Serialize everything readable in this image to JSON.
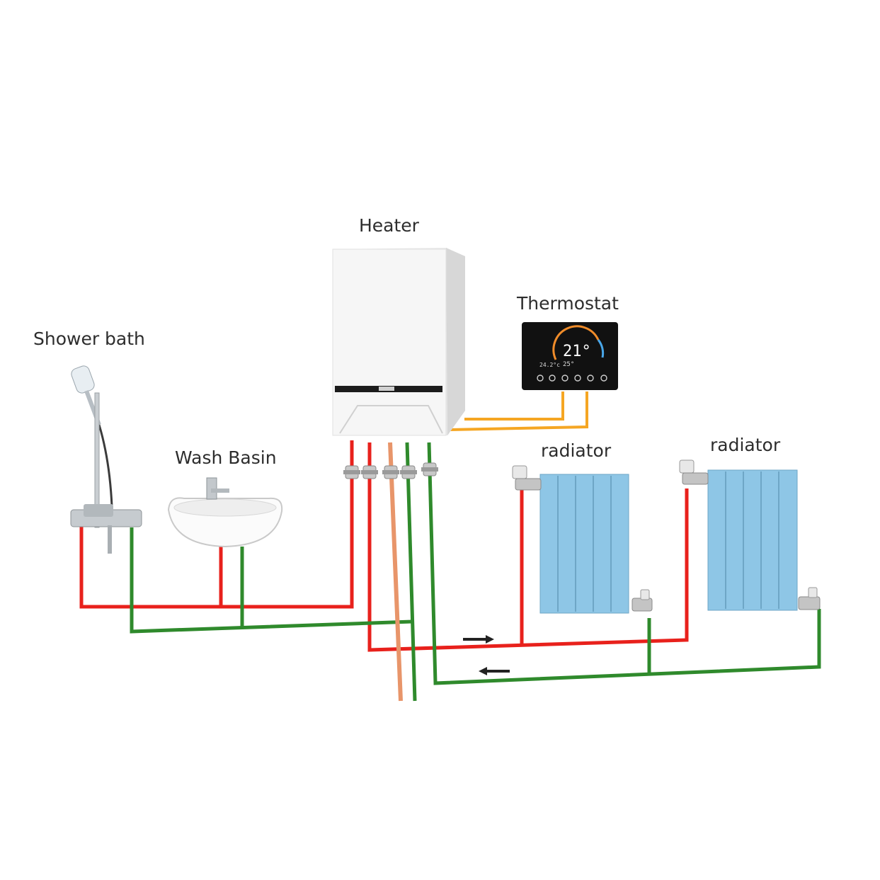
{
  "labels": {
    "heater": "Heater",
    "thermostat": "Thermostat",
    "shower": "Shower bath",
    "basin": "Wash Basin",
    "radiator_1": "radiator",
    "radiator_2": "radiator"
  },
  "thermostat_display": {
    "main_temp": "21°",
    "set_temp": "25°",
    "aux_temp": "24.2°c"
  },
  "colors": {
    "hot_pipe": "#e8211c",
    "return_pipe": "#2f8a2c",
    "copper_pipe": "#e8956a",
    "signal_wire": "#f5a623",
    "radiator_body": "#8ec6e6",
    "heater_body": "#f3f3f3",
    "thermostat_body": "#111111"
  },
  "icons": {
    "flow_arrow_top": "arrow-right",
    "flow_arrow_bottom": "arrow-left"
  }
}
